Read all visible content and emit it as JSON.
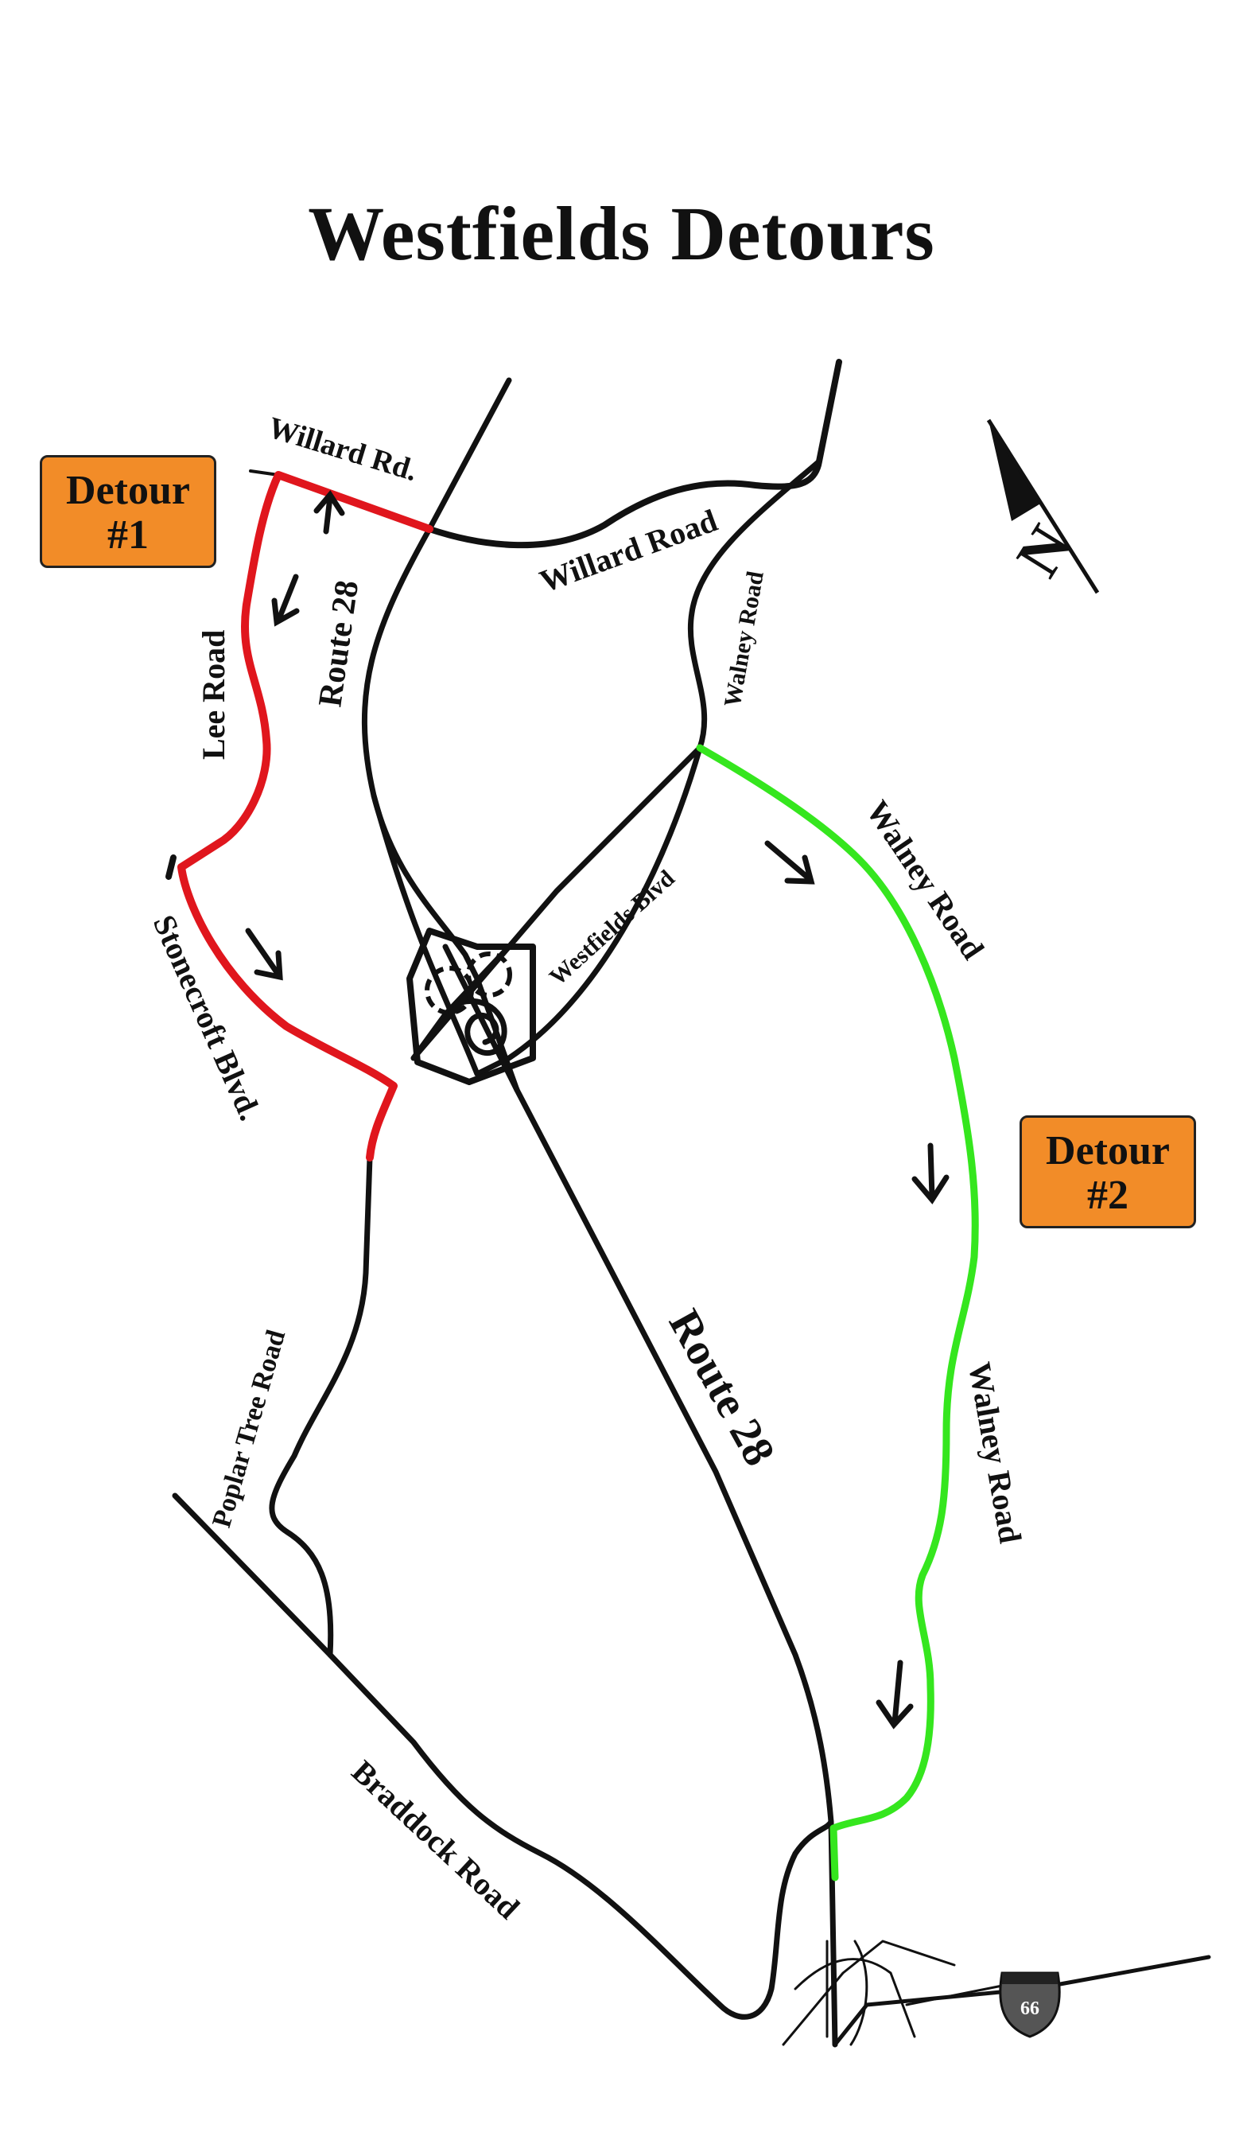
{
  "title": "Westfields Detours",
  "detours": [
    {
      "line1": "Detour",
      "line2": "#1",
      "color": "#e0161d"
    },
    {
      "line1": "Detour",
      "line2": "#2",
      "color": "#35e61e"
    }
  ],
  "badge_color": "#f28c28",
  "north_label": "N",
  "interstate_shield": "66",
  "road_labels": {
    "willard_rd_short": "Willard Rd.",
    "willard_road": "Willard Road",
    "route28_north": "Route 28",
    "route28_south": "Route 28",
    "lee_road": "Lee Road",
    "walney_road_north": "Walney Road",
    "westfields_blvd": "Westfields Blvd",
    "stonecroft_blvd": "Stonecroft Blvd.",
    "walney_road_mid": "Walney Road",
    "walney_road_south": "Walney Road",
    "poplar_tree_road": "Poplar Tree Road",
    "braddock_road": "Braddock Road"
  }
}
